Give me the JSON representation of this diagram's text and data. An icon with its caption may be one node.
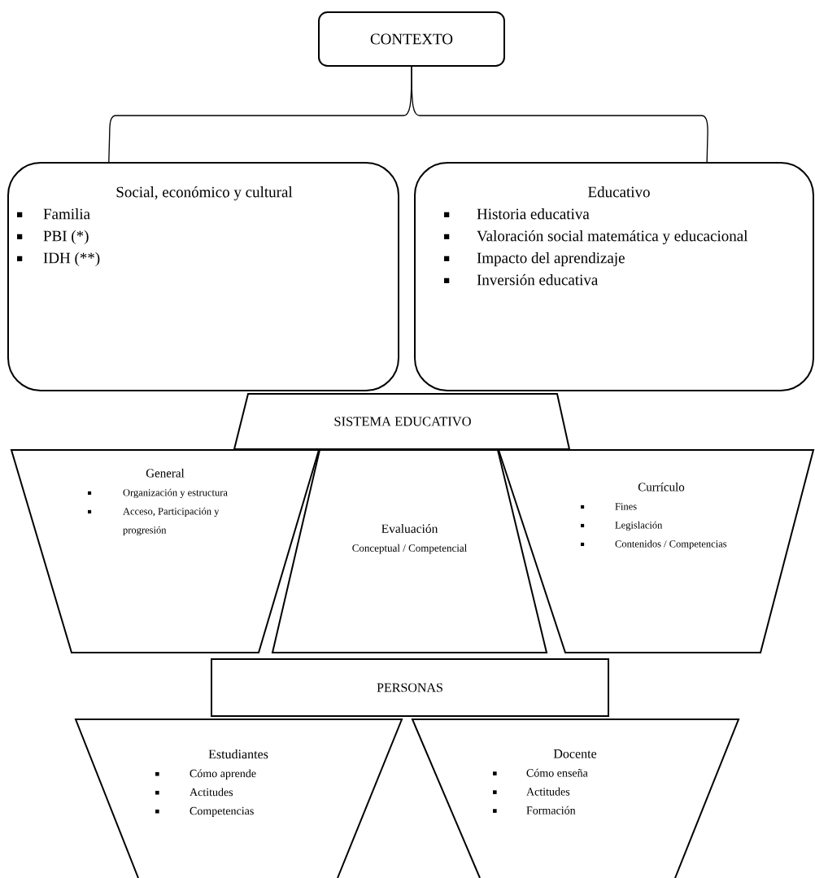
{
  "diagram": {
    "nodes": [
      {
        "text": [
          "CONTEXTO"
        ]
      },
      {
        "text": [
          "Social, económico y cultural",
          "Familia",
          "PBI (*)",
          "IDH (**)"
        ]
      },
      {
        "text": [
          "Educativo",
          "Historia educativa",
          "Valoración social matemática y educacional",
          "Impacto del aprendizaje",
          "Inversión educativa"
        ]
      },
      {
        "text": [
          "SISTEMA EDUCATIVO"
        ]
      },
      {
        "text": [
          "General",
          "Organización y estructura",
          "Acceso, Participación y progresión"
        ]
      },
      {
        "text": [
          "Evaluación",
          "Conceptual / Competencial"
        ]
      },
      {
        "text": [
          "Currículo",
          "Fines",
          "Legislación",
          "Contenidos / Competencias"
        ]
      },
      {
        "text": [
          "PERSONAS"
        ]
      },
      {
        "text": [
          "Estudiantes",
          "Cómo aprende",
          "Actitudes",
          "Competencias"
        ]
      },
      {
        "text": [
          "Docente",
          "Cómo enseña",
          "Actitudes",
          "Formación"
        ]
      }
    ],
    "edges": [
      {
        "from": 0,
        "to": 1,
        "arrow": "none"
      },
      {
        "from": 0,
        "to": 2,
        "arrow": "none"
      }
    ]
  }
}
